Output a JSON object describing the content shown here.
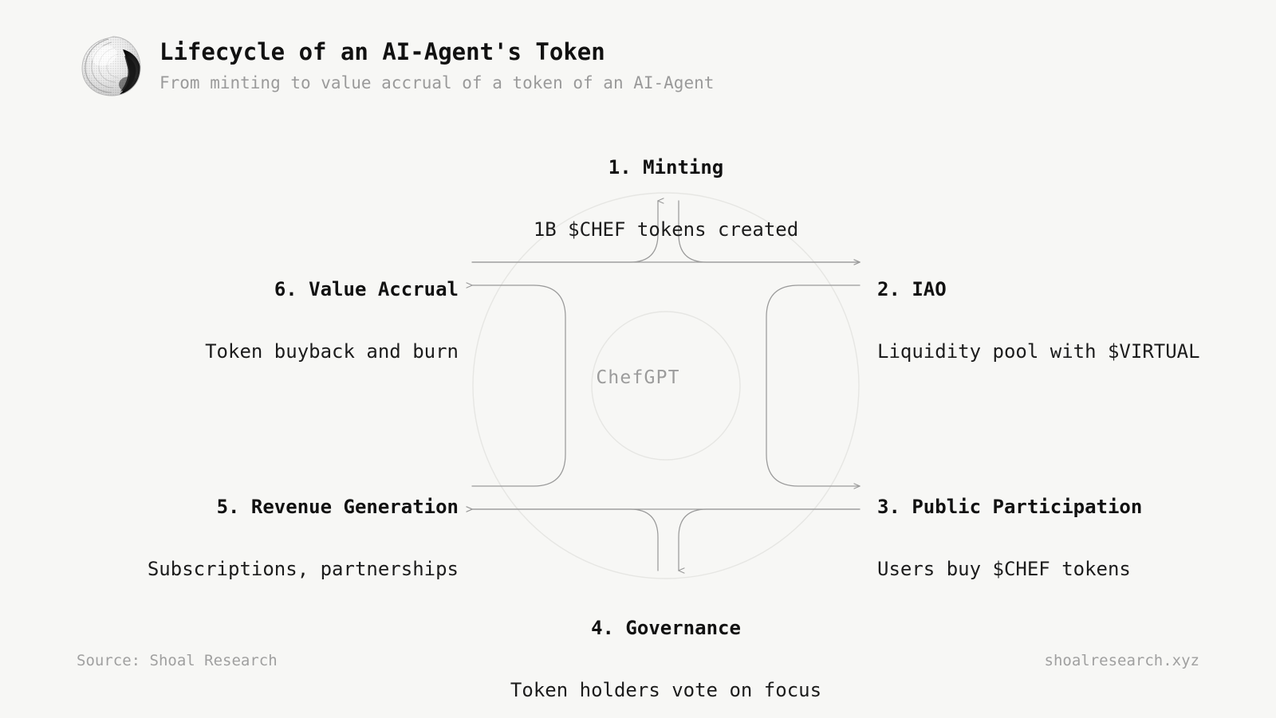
{
  "header": {
    "logo_icon": "shoal-shell-logo",
    "title": "Lifecycle of an AI-Agent's Token",
    "subtitle": "From minting to value accrual of a token of an AI-Agent"
  },
  "diagram": {
    "center_label": "ChefGPT",
    "nodes": [
      {
        "id": "minting",
        "title": "1. Minting",
        "desc": "1B $CHEF tokens created",
        "side": "top"
      },
      {
        "id": "iao",
        "title": "2. IAO",
        "desc": "Liquidity pool with $VIRTUAL",
        "side": "right"
      },
      {
        "id": "public",
        "title": "3. Public Participation",
        "desc": "Users buy $CHEF tokens",
        "side": "right"
      },
      {
        "id": "gov",
        "title": "4. Governance",
        "desc": "Token holders vote on focus",
        "side": "bottom"
      },
      {
        "id": "revenue",
        "title": "5. Revenue Generation",
        "desc": "Subscriptions, partnerships",
        "side": "left"
      },
      {
        "id": "value",
        "title": "6. Value Accrual",
        "desc": "Token buyback and burn",
        "side": "left"
      }
    ]
  },
  "footer": {
    "source": "Source: Shoal Research",
    "website": "shoalresearch.xyz"
  },
  "colors": {
    "background": "#f7f7f5",
    "title": "#111111",
    "subtitle": "#9a9a9a",
    "body_text": "#1c1c1c",
    "muted": "#a0a0a0",
    "connector": "#9a9a9a",
    "circle_outline": "#e3e3e0"
  }
}
